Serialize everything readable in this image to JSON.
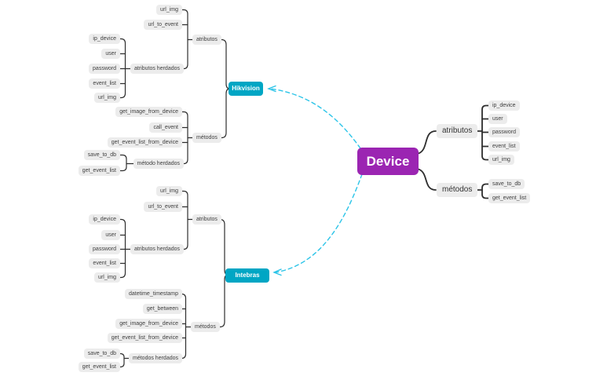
{
  "colors": {
    "root_bg": "#9b25b2",
    "subclass_bg": "#00a6c4",
    "node_bg": "#ececec",
    "node_text": "#3f3f3f",
    "link_line": "#2e2e2e",
    "inheritance_arrow": "#2bc4e8"
  },
  "mindmap": {
    "root": {
      "label": "Device"
    },
    "device": {
      "atributos": {
        "label": "atributos",
        "children": [
          "ip_device",
          "user",
          "password",
          "event_list",
          "url_img"
        ]
      },
      "metodos": {
        "label": "métodos",
        "children": [
          "save_to_db",
          "get_event_list"
        ]
      }
    },
    "hikvision": {
      "label": "Hikvision",
      "atributos": {
        "label": "atributos",
        "own": [
          "url_img",
          "url_to_event"
        ],
        "herdados": {
          "label": "atributos herdados",
          "children": [
            "ip_device",
            "user",
            "password",
            "event_list",
            "url_img"
          ]
        }
      },
      "metodos": {
        "label": "métodos",
        "own": [
          "get_image_from_device",
          "call_event",
          "get_event_list_from_device"
        ],
        "herdados": {
          "label": "método herdados",
          "children": [
            "save_to_db",
            "get_event_list"
          ]
        }
      }
    },
    "intebras": {
      "label": "Intebras",
      "atributos": {
        "label": "atributos",
        "own": [
          "url_img",
          "url_to_event"
        ],
        "herdados": {
          "label": "atributos herdados",
          "children": [
            "ip_device",
            "user",
            "password",
            "event_list",
            "url_img"
          ]
        }
      },
      "metodos": {
        "label": "métodos",
        "own": [
          "datetime_timestamp",
          "get_between",
          "get_image_from_device",
          "get_event_list_from_device"
        ],
        "herdados": {
          "label": "métodos herdados",
          "children": [
            "save_to_db",
            "get_event_list"
          ]
        }
      }
    }
  }
}
